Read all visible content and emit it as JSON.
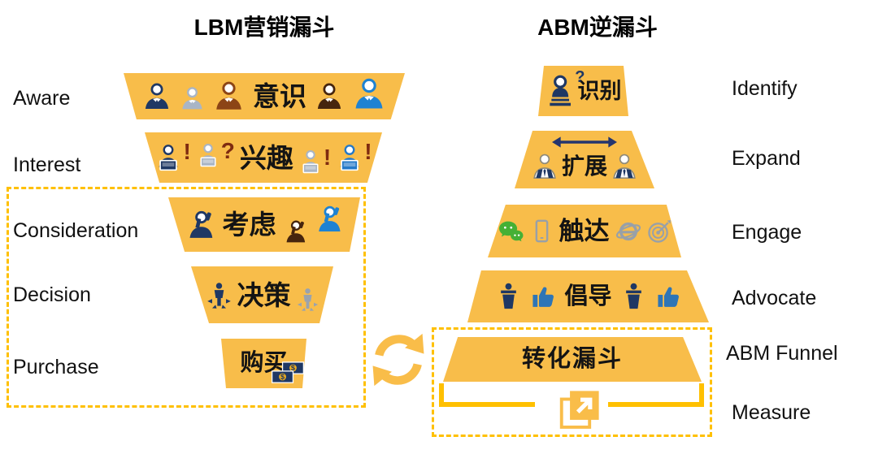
{
  "page": {
    "background": "#FFFFFF"
  },
  "funnels": {
    "lbm": {
      "title": "LBM营销漏斗",
      "stages": [
        {
          "en": "Aware",
          "cn": "意识"
        },
        {
          "en": "Interest",
          "cn": "兴趣",
          "marks": [
            "!",
            "?",
            "!",
            "!"
          ]
        },
        {
          "en": "Consideration",
          "cn": "考虑"
        },
        {
          "en": "Decision",
          "cn": "决策"
        },
        {
          "en": "Purchase",
          "cn": "购买"
        }
      ]
    },
    "abm": {
      "title": "ABM逆漏斗",
      "stages": [
        {
          "en": "Identify",
          "cn": "识别",
          "mark": "?"
        },
        {
          "en": "Expand",
          "cn": "扩展"
        },
        {
          "en": "Engage",
          "cn": "触达"
        },
        {
          "en": "Advocate",
          "cn": "倡导"
        },
        {
          "en": "ABM Funnel",
          "cn": "转化漏斗"
        },
        {
          "en": "Measure"
        }
      ]
    }
  },
  "icons": {
    "lbm_aware": [
      "businessman-navy",
      "businessman-silver",
      "businessman-rust",
      "businessman-darkbrown",
      "businessman-azure"
    ],
    "lbm_interest": [
      "person-laptop-navy",
      "person-laptop-gray",
      "person-laptop-gray",
      "person-laptop-blue"
    ],
    "lbm_consideration": [
      "person-phone-navy",
      "person-phone-brown",
      "person-phone-blue"
    ],
    "lbm_decision": [
      "decision-person-navy",
      "decision-person-gray"
    ],
    "lbm_purchase": [
      "money-bills"
    ],
    "abm_identify": [
      "person-stamp"
    ],
    "abm_expand": [
      "double-headed-arrow",
      "businessman-outline",
      "businessman-outline"
    ],
    "abm_engage": [
      "wechat",
      "smartphone",
      "ie-browser",
      "dartboard"
    ],
    "abm_advocate": [
      "podium-speaker",
      "thumbs-up",
      "podium-speaker",
      "thumbs-up"
    ],
    "abm_measure": [
      "bracket",
      "share-box"
    ],
    "between_funnels": [
      "refresh-cycle"
    ]
  },
  "colors": {
    "segment_fill": "#F8BD4A",
    "dashed_border": "#FFC000",
    "navy": "#1F3864",
    "silver": "#A9B5C5",
    "rust": "#8C4516",
    "dark_brown": "#46250E",
    "azure": "#1E82D2",
    "like_blue": "#2E75B6",
    "wechat_green": "#45B035",
    "gray_icon": "#98A0A8",
    "mark_red": "#7F2B10"
  },
  "misc": {
    "dollar": "$"
  }
}
